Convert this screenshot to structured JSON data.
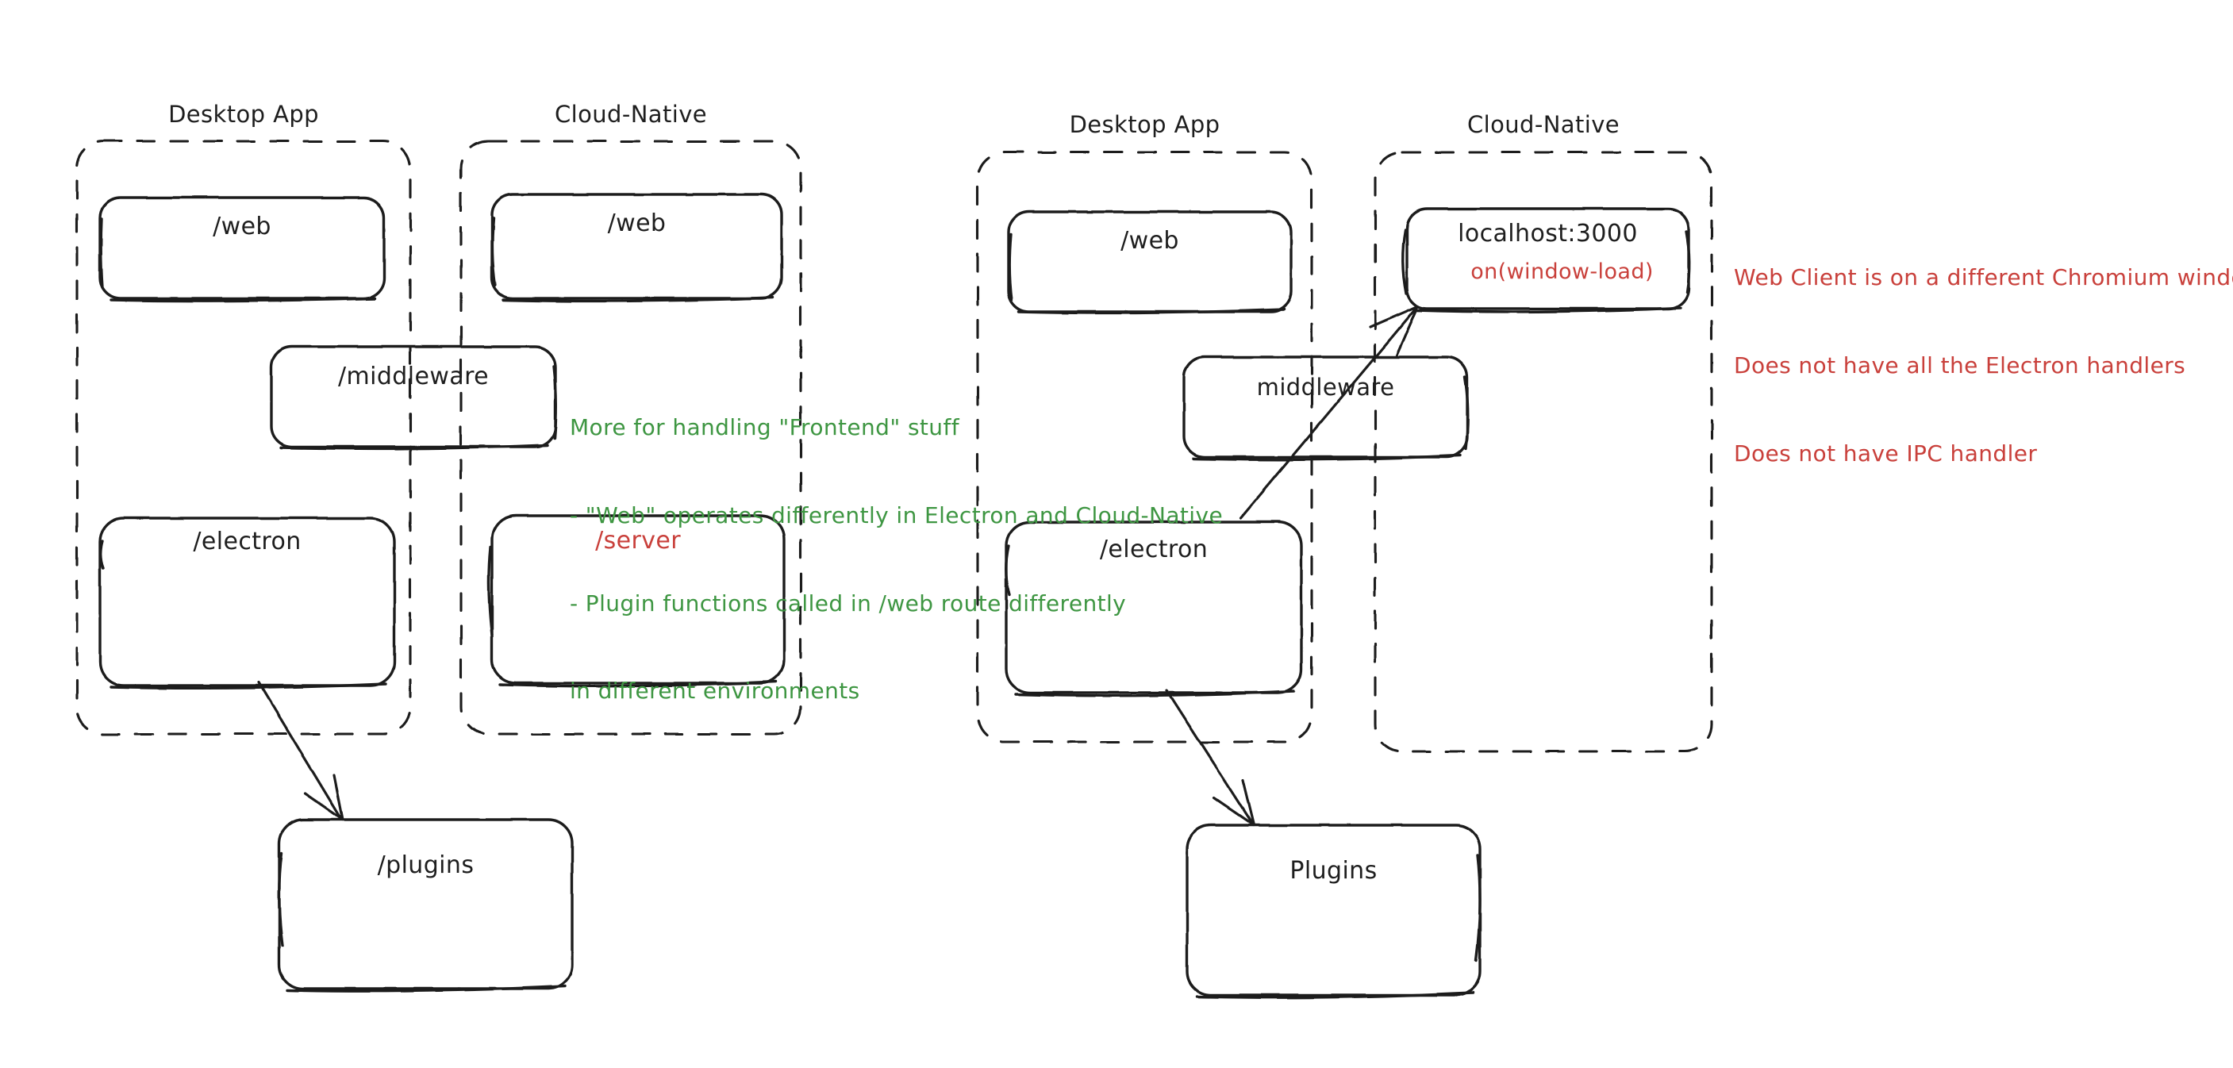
{
  "diagram": {
    "title": "Electron vs Cloud-Native architecture sketch",
    "style": "hand-drawn",
    "background": "#ffffff",
    "colors": {
      "ink": "#1e1e1e",
      "green": "#3e9642",
      "red": "#c9403b"
    }
  },
  "left_diagram": {
    "groups": [
      {
        "id": "left-desktop",
        "label": "Desktop App"
      },
      {
        "id": "left-cloud",
        "label": "Cloud-Native"
      }
    ],
    "nodes": [
      {
        "id": "left-desktop-web",
        "label": "/web",
        "color": "ink"
      },
      {
        "id": "left-cloud-web",
        "label": "/web",
        "color": "ink"
      },
      {
        "id": "left-middleware",
        "label": "/middleware",
        "color": "ink"
      },
      {
        "id": "left-electron",
        "label": "/electron",
        "color": "ink"
      },
      {
        "id": "left-server",
        "label": "/server",
        "color": "red"
      },
      {
        "id": "left-plugins",
        "label": "/plugins",
        "color": "ink"
      }
    ],
    "annotation": {
      "color": "#3e9642",
      "lines": [
        "More for handling \"Frontend\" stuff",
        "- \"Web\" operates differently in Electron and Cloud-Native",
        "- Plugin functions called in /web route differently",
        "in different environments"
      ]
    }
  },
  "right_diagram": {
    "groups": [
      {
        "id": "right-desktop",
        "label": "Desktop App"
      },
      {
        "id": "right-cloud",
        "label": "Cloud-Native"
      }
    ],
    "nodes": [
      {
        "id": "right-desktop-web",
        "label": "/web",
        "color": "ink"
      },
      {
        "id": "right-localhost",
        "label": "localhost:3000",
        "sublabel": "on(window-load)",
        "color": "ink",
        "sublabel_color": "red"
      },
      {
        "id": "right-middleware",
        "label": "middleware",
        "color": "ink"
      },
      {
        "id": "right-electron",
        "label": "/electron",
        "color": "ink"
      },
      {
        "id": "right-plugins",
        "label": "Plugins",
        "color": "ink"
      }
    ],
    "annotation": {
      "color": "#c9403b",
      "lines": [
        "Web Client is on a different Chromium window",
        "Does not have all the Electron handlers",
        "Does not have IPC handler"
      ]
    }
  }
}
